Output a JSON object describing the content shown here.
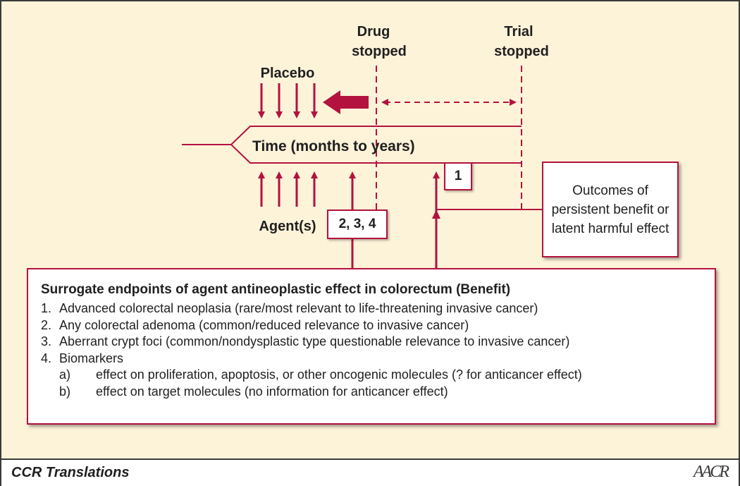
{
  "diagram": {
    "labels": {
      "placebo": "Placebo",
      "drug_stopped_line1": "Drug",
      "drug_stopped_line2": "stopped",
      "trial_stopped_line1": "Trial",
      "trial_stopped_line2": "stopped",
      "timeline": "Time (months to years)",
      "agents": "Agent(s)"
    },
    "boxes": {
      "endpoint_one": "1",
      "endpoints_two_three_four": "2, 3, 4"
    },
    "outcomes": "Outcomes of persistent benefit or latent harmful effect"
  },
  "benefit": {
    "title": "Surrogate endpoints of agent antineoplastic effect in colorectum (Benefit)",
    "endpoints": [
      {
        "num": "1.",
        "text": "Advanced colorectal neoplasia (rare/most relevant to life-threatening invasive cancer)"
      },
      {
        "num": "2.",
        "text": "Any colorectal adenoma (common/reduced relevance to invasive cancer)"
      },
      {
        "num": "3.",
        "text": "Aberrant crypt foci (common/nondysplastic type questionable relevance to invasive cancer)"
      },
      {
        "num": "4.",
        "text": "Biomarkers"
      }
    ],
    "biomarkers": [
      {
        "key": "a)",
        "text": "effect on proliferation, apoptosis, or other oncogenic molecules (? for anticancer effect)"
      },
      {
        "key": "b)",
        "text": "effect on target molecules (no information for anticancer effect)"
      }
    ]
  },
  "footer": {
    "title": "CCR Translations",
    "logo": "AACR"
  },
  "colors": {
    "accent": "#b3123f",
    "background": "#fdf3d9",
    "text": "#1f1f1f"
  }
}
